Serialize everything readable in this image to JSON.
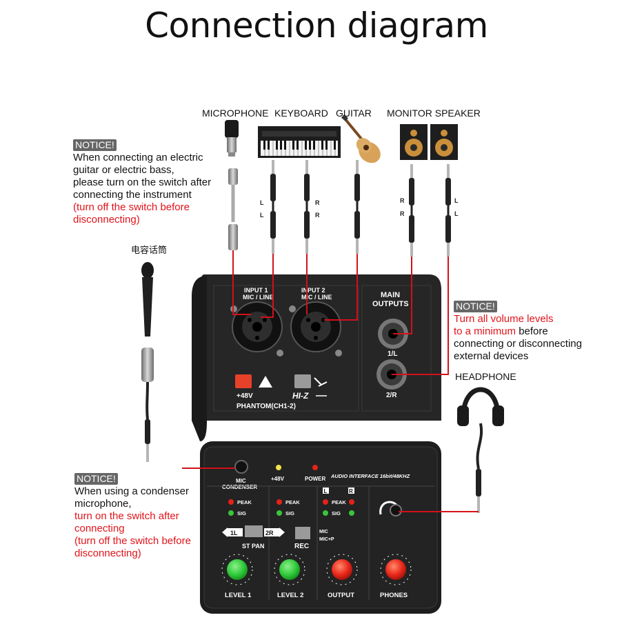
{
  "title": "Connection diagram",
  "devices": {
    "microphone": "MICROPHONE",
    "keyboard": "KEYBOARD",
    "guitar": "GUITAR",
    "monitor_speaker": "MONITOR SPEAKER",
    "headphone": "HEADPHONE",
    "handheld_mic": "电容话筒"
  },
  "cable_labels": {
    "keyboard_left": "L",
    "keyboard_right": "R",
    "monitor_left": "R",
    "monitor_right": "L"
  },
  "notices": {
    "badge": "NOTICE!",
    "guitar": {
      "lines": [
        "When connecting an electric",
        "guitar or electric bass,",
        " please turn on the switch after",
        "connecting the instrument"
      ],
      "red_lines": [
        "(turn off the switch before",
        " disconnecting)"
      ]
    },
    "volume": {
      "red_lines": [
        "Turn all volume levels",
        "to a minimum"
      ],
      "tail": " before",
      "lines": [
        "connecting or disconnecting",
        " external devices"
      ]
    },
    "condenser": {
      "lines": [
        "When using a condenser",
        "microphone,"
      ],
      "red_lines": [
        "turn on the switch after",
        "connecting",
        "(turn off the switch before",
        "disconnecting)"
      ]
    }
  },
  "panel": {
    "input1": "INPUT 1",
    "input1_sub": "MIC / LINE",
    "input2": "INPUT 2",
    "input2_sub": "MIC / LINE",
    "main_outputs_1": "MAIN",
    "main_outputs_2": "OUTPUTS",
    "out_1l": "1/L",
    "out_2r": "2/R",
    "phantom_48v": "+48V",
    "phantom_label": "PHANTOM(CH1-2)",
    "hiz": "HI-Z",
    "mic_condenser_1": "MIC",
    "mic_condenser_2": "CONDENSER",
    "led_48v": "+48V",
    "led_power": "POWER",
    "interface_label": "AUDIO INTERFACE 16bit/48KHZ",
    "peak1": "PEAK",
    "sig1": "SIG",
    "peak2": "PEAK",
    "sig2": "SIG",
    "meter_l": "L",
    "meter_r": "R",
    "peak3": "PEAK",
    "sig3": "SIG",
    "pan_1l": "1L",
    "pan_2r": "2R",
    "st_pan": "ST PAN",
    "rec": "REC",
    "rec_mic": "MIC",
    "rec_micp": "MIC+P",
    "level1": "LEVEL 1",
    "level2": "LEVEL 2",
    "output": "OUTPUT",
    "phones": "PHONES"
  },
  "colors": {
    "panel": "#2b2b2b",
    "cable_red": "#d4101a",
    "knob_green": "#2fc93a",
    "knob_red": "#e8261a",
    "phantom_button": "#e8412a",
    "notice_badge": "#666666"
  }
}
